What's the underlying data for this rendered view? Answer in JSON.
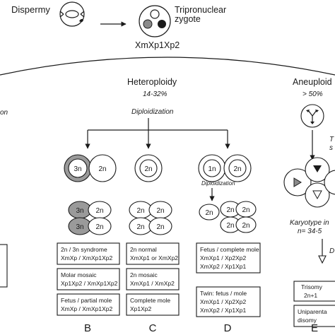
{
  "top": {
    "dispermy": "Dispermy",
    "zygote_line1": "Tripronuclear",
    "zygote_line2": "zygote",
    "genotype": "XmXp1Xp2"
  },
  "left_fragment": {
    "word": "on"
  },
  "heteroploidy": {
    "title": "Heteroploidy",
    "percent": "14-32%",
    "diploidization": "Diploidization",
    "cells": {
      "three_n": "3n",
      "two_n": "2n",
      "one_n": "1n"
    },
    "sub_diploidization": "Diploidization"
  },
  "aneuploidy": {
    "title": "Aneuploid",
    "percent": "> 50%",
    "side_letters": [
      "T",
      "s"
    ],
    "karyotype": "Karyotype in",
    "n_value": "n= 34-5",
    "d_label": "D",
    "trisomy": "Trisomy",
    "trisomy_formula": "2n+1",
    "uniparental_1": "Uniparenta",
    "uniparental_2": "disomy"
  },
  "col_b": {
    "letter": "B",
    "boxes": [
      {
        "l1": "2n / 3n syndrome",
        "l2": "XmXp / XmXp1Xp2"
      },
      {
        "l1": "Molar mosaic",
        "l2": "Xp1Xp2 / XmXp1Xp2"
      },
      {
        "l1": "Fetus / partial mole",
        "l2": "XmXp / XmXp1Xp2"
      }
    ]
  },
  "col_c": {
    "letter": "C",
    "boxes": [
      {
        "l1": "2n normal",
        "l2": "XmXp1 or XmXp2"
      },
      {
        "l1": "2n  mosaic",
        "l2": "XmXp1 / XmXp2"
      },
      {
        "l1": "Complete mole",
        "l2": "Xp1Xp2"
      }
    ]
  },
  "col_d": {
    "letter": "D",
    "boxes": [
      {
        "l1": "Fetus / complete mole",
        "l2": "XmXp1 / Xp2Xp2",
        "l3": "XmXp2 / Xp1Xp1"
      },
      {
        "l1": "Twin: fetus / mole",
        "l2": "XmXp1 / Xp2Xp2",
        "l3": "XmXp2 / Xp1Xp1"
      }
    ]
  },
  "col_e": {
    "letter": "E"
  }
}
